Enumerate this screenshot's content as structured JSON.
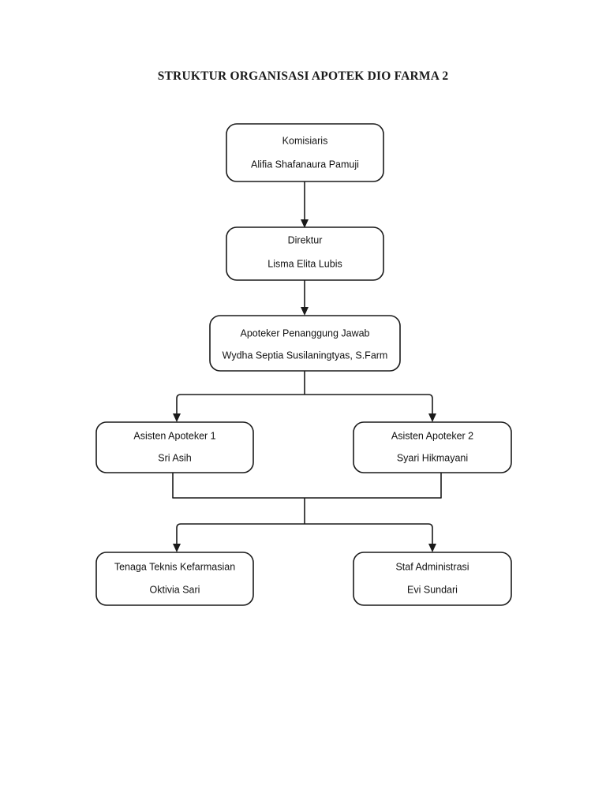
{
  "page": {
    "title": "STRUKTUR ORGANISASI APOTEK DIO FARMA 2",
    "background_color": "#ffffff",
    "line_color": "#1a1a1a",
    "text_color": "#111111"
  },
  "chart_data": {
    "type": "diagram",
    "diagram_type": "organizational-chart",
    "title": "STRUKTUR ORGANISASI APOTEK DIO FARMA 2",
    "orientation": "top-down",
    "nodes": [
      {
        "id": "komisiaris",
        "role": "Komisiaris",
        "person": "Alifia Shafanaura Pamuji",
        "level": 1
      },
      {
        "id": "direktur",
        "role": "Direktur",
        "person": "Lisma Elita Lubis",
        "level": 2
      },
      {
        "id": "apoteker",
        "role": "Apoteker Penanggung Jawab",
        "person": "Wydha Septia Susilaningtyas, S.Farm",
        "level": 3
      },
      {
        "id": "asisten1",
        "role": "Asisten Apoteker 1",
        "person": "Sri Asih",
        "level": 4
      },
      {
        "id": "asisten2",
        "role": "Asisten Apoteker 2",
        "person": "Syari Hikmayani",
        "level": 4
      },
      {
        "id": "teknis",
        "role": "Tenaga Teknis Kefarmasian",
        "person": "Oktivia Sari",
        "level": 5
      },
      {
        "id": "admin",
        "role": "Staf Administrasi",
        "person": "Evi Sundari",
        "level": 5
      }
    ],
    "edges": [
      {
        "from": "komisiaris",
        "to": "direktur",
        "style": "arrow"
      },
      {
        "from": "direktur",
        "to": "apoteker",
        "style": "arrow"
      },
      {
        "from": "apoteker",
        "to": "asisten1",
        "style": "arrow"
      },
      {
        "from": "apoteker",
        "to": "asisten2",
        "style": "arrow"
      },
      {
        "from": "asisten1",
        "to": "teknis",
        "style": "arrow"
      },
      {
        "from": "asisten1",
        "to": "admin",
        "style": "arrow"
      },
      {
        "from": "asisten2",
        "to": "teknis",
        "style": "arrow"
      },
      {
        "from": "asisten2",
        "to": "admin",
        "style": "arrow"
      }
    ]
  }
}
